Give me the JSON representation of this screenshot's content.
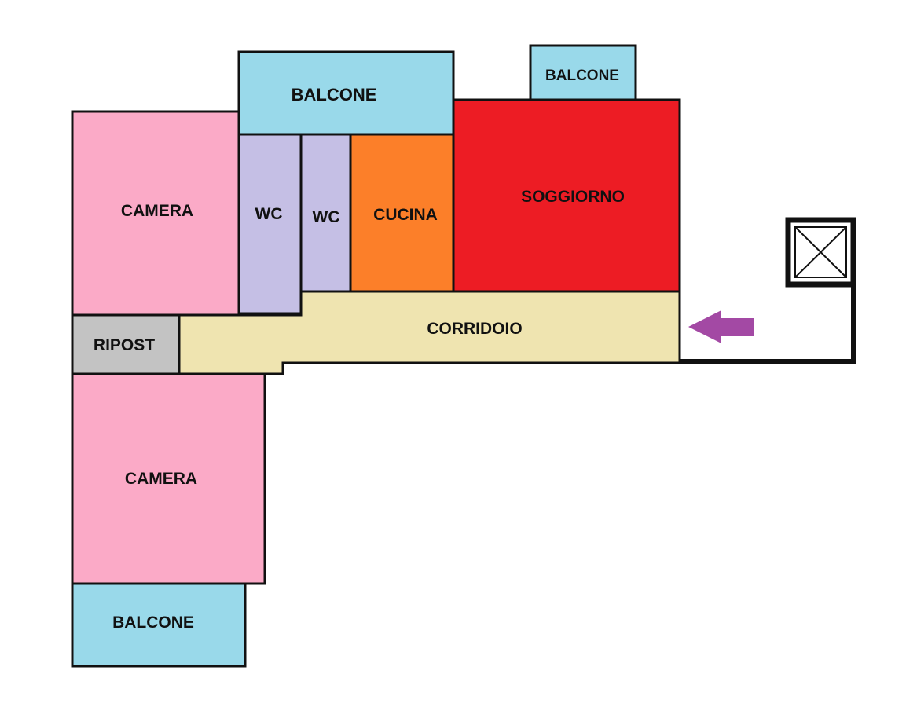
{
  "floorplan": {
    "colors": {
      "camera": "#fbaac7",
      "wc": "#c5bfe5",
      "cucina": "#fc7f29",
      "soggiorno": "#ed1c24",
      "balcone": "#99d9ea",
      "corridoio": "#efe4b0",
      "ripost": "#c3c3c3",
      "arrow": "#a349a4",
      "wall": "#111111"
    },
    "rooms": {
      "balcone_top": "BALCONE",
      "balcone_small": "BALCONE",
      "camera_top": "CAMERA",
      "wc_1": "WC",
      "wc_2": "WC",
      "cucina": "CUCINA",
      "soggiorno": "SOGGIORNO",
      "corridoio": "CORRIDOIO",
      "ripost": "RIPOST",
      "camera_bottom": "CAMERA",
      "balcone_bottom": "BALCONE"
    },
    "icons": {
      "stairwell": "elevator-shaft-icon",
      "entrance": "entrance-arrow-icon"
    }
  }
}
